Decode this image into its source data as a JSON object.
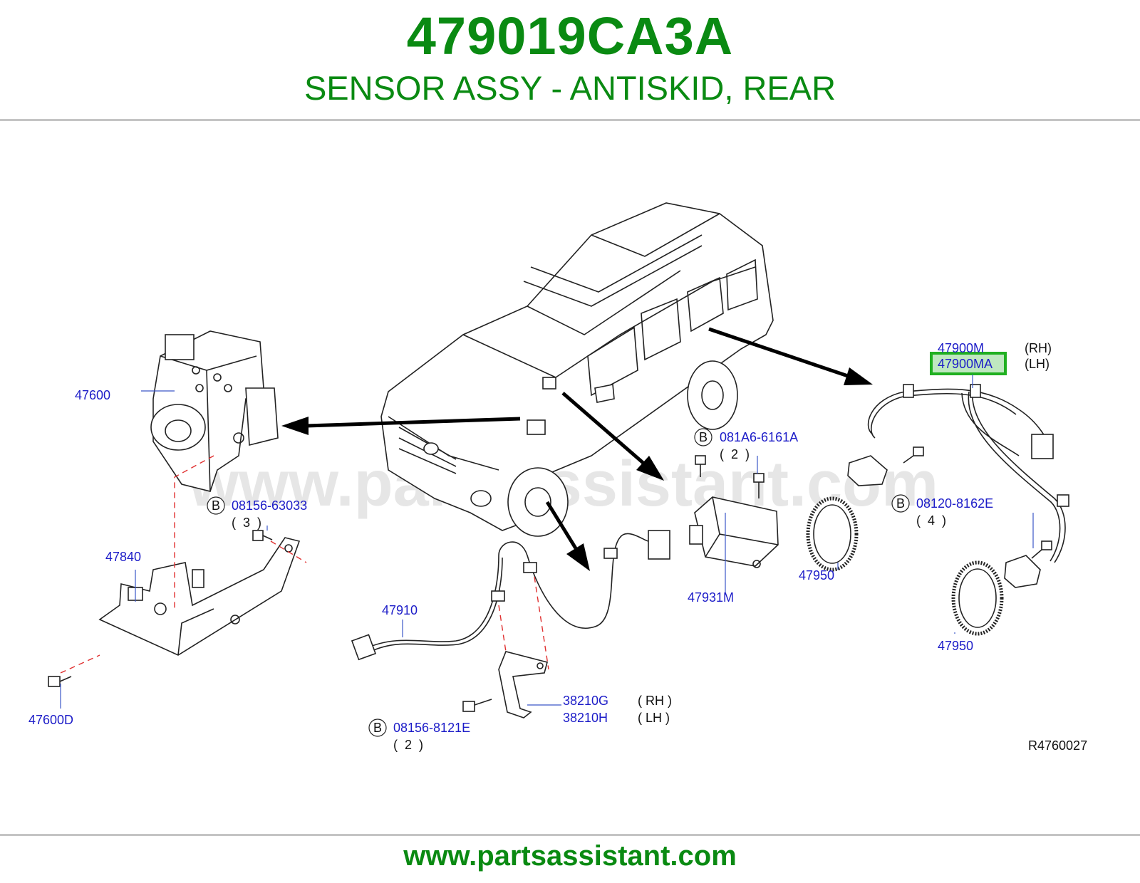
{
  "header": {
    "part_number": "479019CA3A",
    "description": "SENSOR ASSY - ANTISKID, REAR"
  },
  "watermark": "www.partsassistant.com",
  "diagram_id": "R4760027",
  "labels": {
    "p47600": "47600",
    "p47600D": "47600D",
    "p47840": "47840",
    "p47910": "47910",
    "p47931M": "47931M",
    "p47950_a": "47950",
    "p47950_b": "47950",
    "p47900M": "47900M",
    "p47900M_side": "(RH)",
    "p47900MA": "47900MA",
    "p47900MA_side": "(LH)",
    "p38210G": "38210G",
    "p38210G_side": "(  RH  )",
    "p38210H": "38210H",
    "p38210H_side": "(  LH  )"
  },
  "bolts": [
    {
      "id": "b1",
      "marker": "B",
      "code": "08156-63033",
      "qty": "(  3  )"
    },
    {
      "id": "b2",
      "marker": "B",
      "code": "081A6-6161A",
      "qty": "(  2  )"
    },
    {
      "id": "b3",
      "marker": "B",
      "code": "08120-8162E",
      "qty": "(  4  )"
    },
    {
      "id": "b4",
      "marker": "B",
      "code": "08156-8121E",
      "qty": "(  2  )"
    }
  ],
  "highlight": {
    "color": "#20b020",
    "fill": "#bfe8c0"
  },
  "footer": {
    "url": "www.partsassistant.com"
  }
}
